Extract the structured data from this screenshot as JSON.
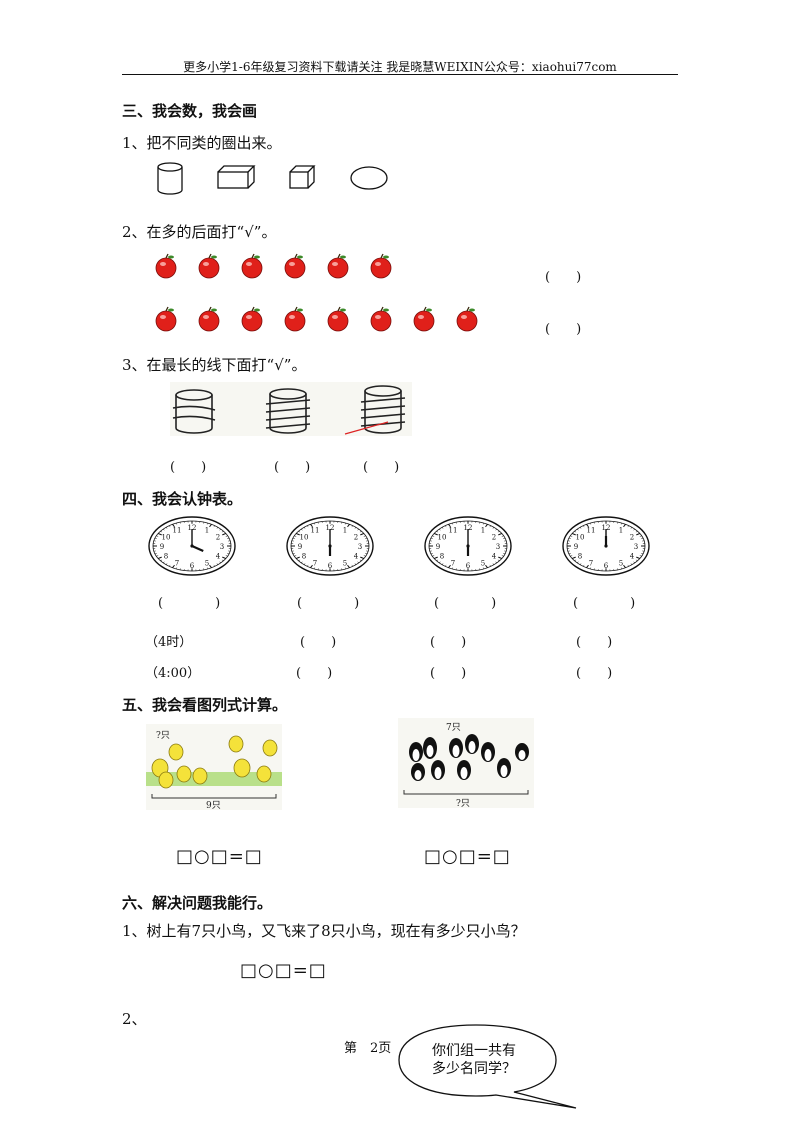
{
  "header": "更多小学1-6年级复习资料下载请关注 我是晓慧WEIXIN公众号：xiaohui77com",
  "sec3": {
    "title": "三、我会数，我会画",
    "q1": "1、把不同类的圈出来。",
    "q2": "2、在多的后面打“√”。",
    "q3": "3、在最长的线下面打“√”。",
    "q2_blanks": [
      "(　　)",
      "(　　)"
    ],
    "q3_blanks": [
      "(　　)",
      "(　　)",
      "(　　)"
    ]
  },
  "sec4": {
    "title": "四、我会认钟表。",
    "row1": [
      "(　　　　)",
      "(　　　　)",
      "(　　　　)",
      "(　　　　)"
    ],
    "row2": [
      "（4时）",
      "(　　)",
      "(　　)",
      "(　　)"
    ],
    "row3": [
      "（4:00）",
      "(　　)",
      "(　　)",
      "(　　)"
    ]
  },
  "sec5": {
    "title": "五、我会看图列式计算。",
    "chick_q": "?只",
    "chick_total": "9只",
    "penguin_q": "7只",
    "penguin_total": "?只",
    "eq1": "□○□=□",
    "eq2": "□○□=□"
  },
  "sec6": {
    "title": "六、解决问题我能行。",
    "q1": "1、树上有7只小鸟，又飞来了8只小鸟，现在有多少只小鸟？",
    "eq": "□○□=□",
    "q2": "2、",
    "bubble_line1": "你们组一共有",
    "bubble_line2": "多少名同学？"
  },
  "footer": "第　2页",
  "apples": {
    "row1": 6,
    "row2": 8
  },
  "clocks": [
    {
      "hour": 4,
      "minute": 0
    },
    {
      "hour": 6,
      "minute": 0
    },
    {
      "hour": 6,
      "minute": 0
    },
    {
      "hour": 12,
      "minute": 0
    }
  ]
}
